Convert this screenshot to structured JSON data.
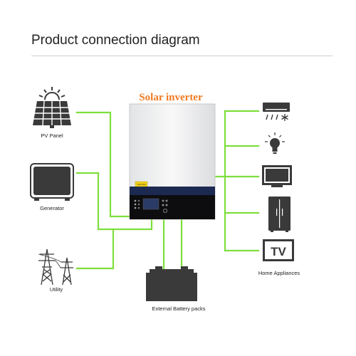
{
  "title": "Product connection diagram",
  "colors": {
    "wire": "#7ddf3c",
    "inverter_title": "#f07a20",
    "icon_dark": "#3a3a3a",
    "inverter_band": "#1c2a52"
  },
  "inverter": {
    "label": "Solar inverter",
    "caution_label": "CAUTION"
  },
  "sources": [
    {
      "id": "pv",
      "label": "PV Panel",
      "icon": "solar-panel-icon"
    },
    {
      "id": "generator",
      "label": "Generator",
      "icon": "generator-icon"
    },
    {
      "id": "utility",
      "label": "Utility",
      "icon": "power-tower-icon"
    }
  ],
  "battery": {
    "label": "External Battery packs",
    "icon": "battery-icon"
  },
  "appliances": {
    "label": "Home Appliances",
    "items": [
      {
        "id": "ac",
        "icon": "air-conditioner-icon"
      },
      {
        "id": "bulb",
        "icon": "light-bulb-icon"
      },
      {
        "id": "monitor",
        "icon": "monitor-icon"
      },
      {
        "id": "fridge",
        "icon": "refrigerator-icon"
      },
      {
        "id": "tv",
        "icon": "tv-icon",
        "text": "TV"
      }
    ]
  }
}
